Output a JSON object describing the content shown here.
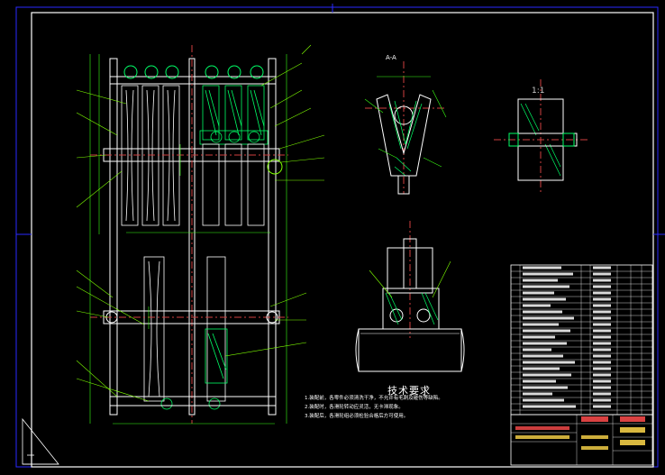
{
  "drawing": {
    "section_label": "A-A",
    "scale_label": "1:1",
    "tech_requirements": {
      "title": "技术要求",
      "items": [
        "1.装配前，各零件必须清洗干净，不允许有毛刺及碰伤等缺陷。",
        "2.装配时，各滑轮转动应灵活，无卡滞现象。",
        "3.装配后，各滑轮组必须检验合格后方可使用。"
      ]
    },
    "colors": {
      "background": "#000000",
      "frame": "#ffffff",
      "border": "#2a2aff",
      "geometry": "#ffffff",
      "center_lines": "#d04040",
      "hatch": "#00ff66",
      "dimension": "#39ff14",
      "leader": "#7fff00",
      "title_block_text": "#ffd84a",
      "title_block_red": "#ff4d4d"
    }
  }
}
